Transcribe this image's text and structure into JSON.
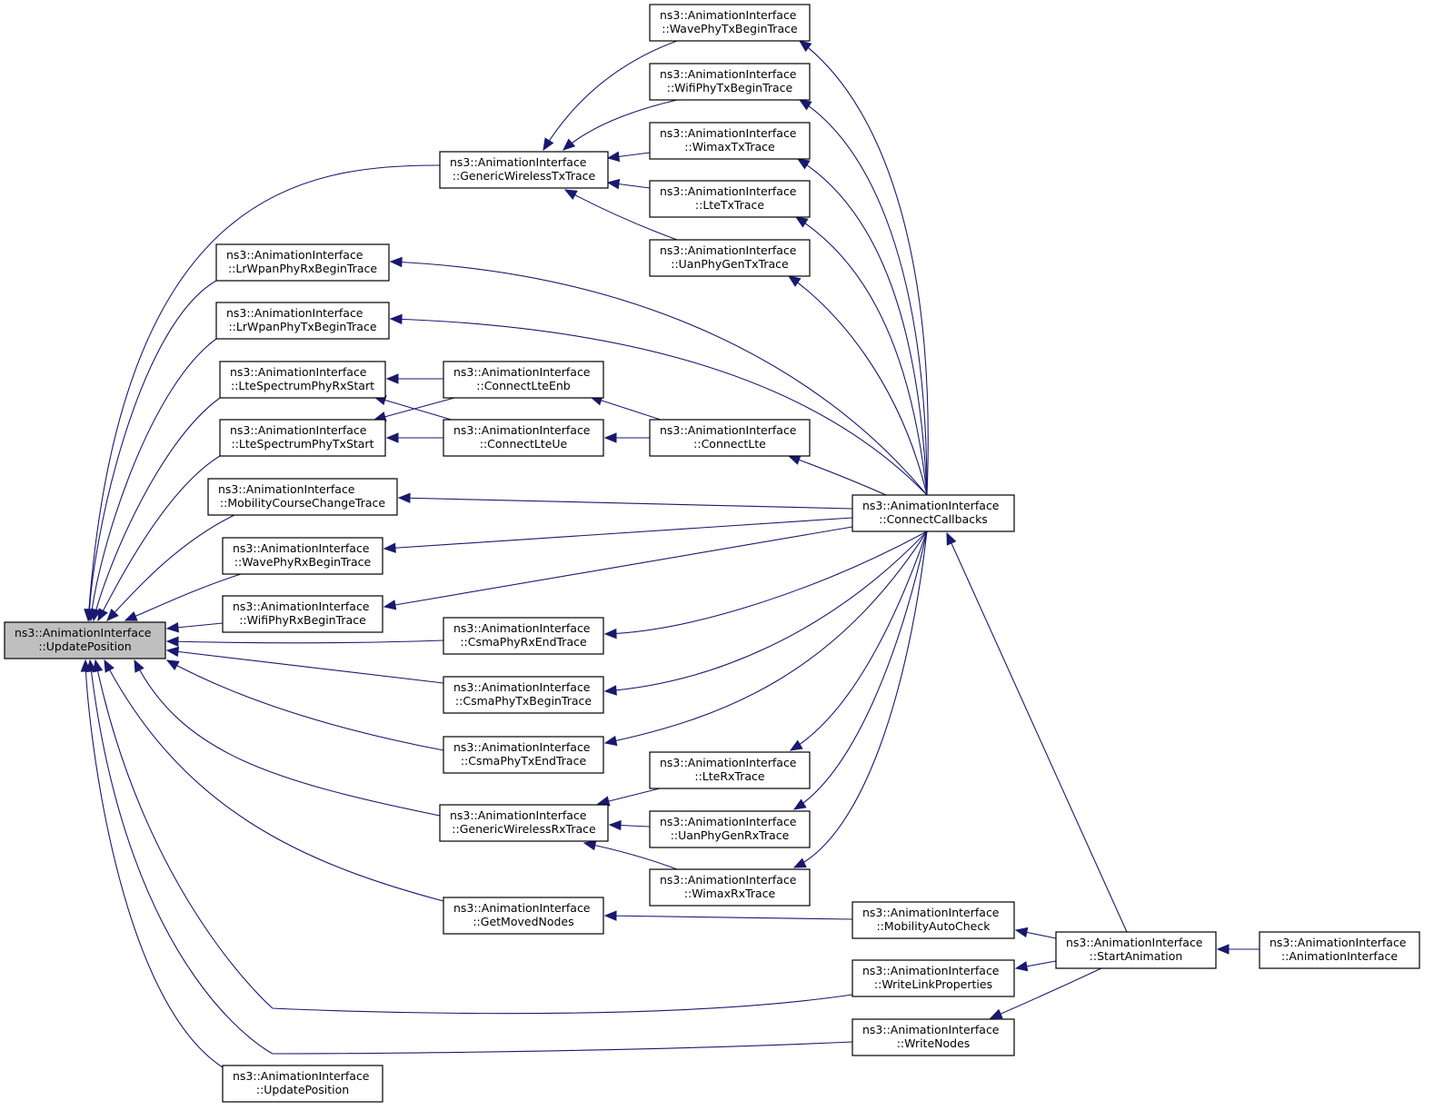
{
  "colors": {
    "edge": "#191970",
    "root_fill": "#bfbfbf",
    "node_fill": "#ffffff",
    "border": "#000000"
  },
  "nodes": [
    {
      "id": "root",
      "line1": "ns3::AnimationInterface",
      "line2": "::UpdatePosition"
    },
    {
      "id": "upd2",
      "line1": "ns3::AnimationInterface",
      "line2": "::UpdatePosition"
    },
    {
      "id": "gwtx",
      "line1": "ns3::AnimationInterface",
      "line2": "::GenericWirelessTxTrace"
    },
    {
      "id": "lrrx",
      "line1": "ns3::AnimationInterface",
      "line2": "::LrWpanPhyRxBeginTrace"
    },
    {
      "id": "lrtx",
      "line1": "ns3::AnimationInterface",
      "line2": "::LrWpanPhyTxBeginTrace"
    },
    {
      "id": "lsrx",
      "line1": "ns3::AnimationInterface",
      "line2": "::LteSpectrumPhyRxStart"
    },
    {
      "id": "lstx",
      "line1": "ns3::AnimationInterface",
      "line2": "::LteSpectrumPhyTxStart"
    },
    {
      "id": "mob",
      "line1": "ns3::AnimationInterface",
      "line2": "::MobilityCourseChangeTrace"
    },
    {
      "id": "waverx",
      "line1": "ns3::AnimationInterface",
      "line2": "::WavePhyRxBeginTrace"
    },
    {
      "id": "wifirx",
      "line1": "ns3::AnimationInterface",
      "line2": "::WifiPhyRxBeginTrace"
    },
    {
      "id": "csrxe",
      "line1": "ns3::AnimationInterface",
      "line2": "::CsmaPhyRxEndTrace"
    },
    {
      "id": "cstxb",
      "line1": "ns3::AnimationInterface",
      "line2": "::CsmaPhyTxBeginTrace"
    },
    {
      "id": "cstxe",
      "line1": "ns3::AnimationInterface",
      "line2": "::CsmaPhyTxEndTrace"
    },
    {
      "id": "gwrx",
      "line1": "ns3::AnimationInterface",
      "line2": "::GenericWirelessRxTrace"
    },
    {
      "id": "gmn",
      "line1": "ns3::AnimationInterface",
      "line2": "::GetMovedNodes"
    },
    {
      "id": "cenb",
      "line1": "ns3::AnimationInterface",
      "line2": "::ConnectLteEnb"
    },
    {
      "id": "cue",
      "line1": "ns3::AnimationInterface",
      "line2": "::ConnectLteUe"
    },
    {
      "id": "wavetx",
      "line1": "ns3::AnimationInterface",
      "line2": "::WavePhyTxBeginTrace"
    },
    {
      "id": "wifitx",
      "line1": "ns3::AnimationInterface",
      "line2": "::WifiPhyTxBeginTrace"
    },
    {
      "id": "wimaxtx",
      "line1": "ns3::AnimationInterface",
      "line2": "::WimaxTxTrace"
    },
    {
      "id": "ltetx",
      "line1": "ns3::AnimationInterface",
      "line2": "::LteTxTrace"
    },
    {
      "id": "uantx",
      "line1": "ns3::AnimationInterface",
      "line2": "::UanPhyGenTxTrace"
    },
    {
      "id": "clte",
      "line1": "ns3::AnimationInterface",
      "line2": "::ConnectLte"
    },
    {
      "id": "lterx",
      "line1": "ns3::AnimationInterface",
      "line2": "::LteRxTrace"
    },
    {
      "id": "uanrx",
      "line1": "ns3::AnimationInterface",
      "line2": "::UanPhyGenRxTrace"
    },
    {
      "id": "wimaxrx",
      "line1": "ns3::AnimationInterface",
      "line2": "::WimaxRxTrace"
    },
    {
      "id": "ccb",
      "line1": "ns3::AnimationInterface",
      "line2": "::ConnectCallbacks"
    },
    {
      "id": "mac",
      "line1": "ns3::AnimationInterface",
      "line2": "::MobilityAutoCheck"
    },
    {
      "id": "wlp",
      "line1": "ns3::AnimationInterface",
      "line2": "::WriteLinkProperties"
    },
    {
      "id": "wn",
      "line1": "ns3::AnimationInterface",
      "line2": "::WriteNodes"
    },
    {
      "id": "sa",
      "line1": "ns3::AnimationInterface",
      "line2": "::StartAnimation"
    },
    {
      "id": "ai",
      "line1": "ns3::AnimationInterface",
      "line2": "::AnimationInterface"
    }
  ],
  "edges": [
    {
      "from": "gwtx",
      "to": "root"
    },
    {
      "from": "lrrx",
      "to": "root"
    },
    {
      "from": "lrtx",
      "to": "root"
    },
    {
      "from": "lsrx",
      "to": "root"
    },
    {
      "from": "lstx",
      "to": "root"
    },
    {
      "from": "mob",
      "to": "root"
    },
    {
      "from": "waverx",
      "to": "root"
    },
    {
      "from": "wifirx",
      "to": "root"
    },
    {
      "from": "csrxe",
      "to": "root"
    },
    {
      "from": "cstxb",
      "to": "root"
    },
    {
      "from": "cstxe",
      "to": "root"
    },
    {
      "from": "gwrx",
      "to": "root"
    },
    {
      "from": "gmn",
      "to": "root"
    },
    {
      "from": "wlp",
      "to": "root"
    },
    {
      "from": "wn",
      "to": "root"
    },
    {
      "from": "upd2",
      "to": "root"
    },
    {
      "from": "wavetx",
      "to": "gwtx"
    },
    {
      "from": "wifitx",
      "to": "gwtx"
    },
    {
      "from": "wimaxtx",
      "to": "gwtx"
    },
    {
      "from": "ltetx",
      "to": "gwtx"
    },
    {
      "from": "uantx",
      "to": "gwtx"
    },
    {
      "from": "cenb",
      "to": "lsrx"
    },
    {
      "from": "cue",
      "to": "lsrx"
    },
    {
      "from": "cenb",
      "to": "lstx"
    },
    {
      "from": "cue",
      "to": "lstx"
    },
    {
      "from": "clte",
      "to": "cenb"
    },
    {
      "from": "clte",
      "to": "cue"
    },
    {
      "from": "lterx",
      "to": "gwrx"
    },
    {
      "from": "uanrx",
      "to": "gwrx"
    },
    {
      "from": "wimaxrx",
      "to": "gwrx"
    },
    {
      "from": "mac",
      "to": "gmn"
    },
    {
      "from": "ccb",
      "to": "wavetx"
    },
    {
      "from": "ccb",
      "to": "wifitx"
    },
    {
      "from": "ccb",
      "to": "wimaxtx"
    },
    {
      "from": "ccb",
      "to": "ltetx"
    },
    {
      "from": "ccb",
      "to": "uantx"
    },
    {
      "from": "ccb",
      "to": "lrrx"
    },
    {
      "from": "ccb",
      "to": "lrtx"
    },
    {
      "from": "ccb",
      "to": "clte"
    },
    {
      "from": "ccb",
      "to": "mob"
    },
    {
      "from": "ccb",
      "to": "waverx"
    },
    {
      "from": "ccb",
      "to": "wifirx"
    },
    {
      "from": "ccb",
      "to": "csrxe"
    },
    {
      "from": "ccb",
      "to": "cstxb"
    },
    {
      "from": "ccb",
      "to": "cstxe"
    },
    {
      "from": "ccb",
      "to": "lterx"
    },
    {
      "from": "ccb",
      "to": "uanrx"
    },
    {
      "from": "ccb",
      "to": "wimaxrx"
    },
    {
      "from": "sa",
      "to": "ccb"
    },
    {
      "from": "sa",
      "to": "mac"
    },
    {
      "from": "sa",
      "to": "wlp"
    },
    {
      "from": "sa",
      "to": "wn"
    },
    {
      "from": "ai",
      "to": "sa"
    }
  ]
}
